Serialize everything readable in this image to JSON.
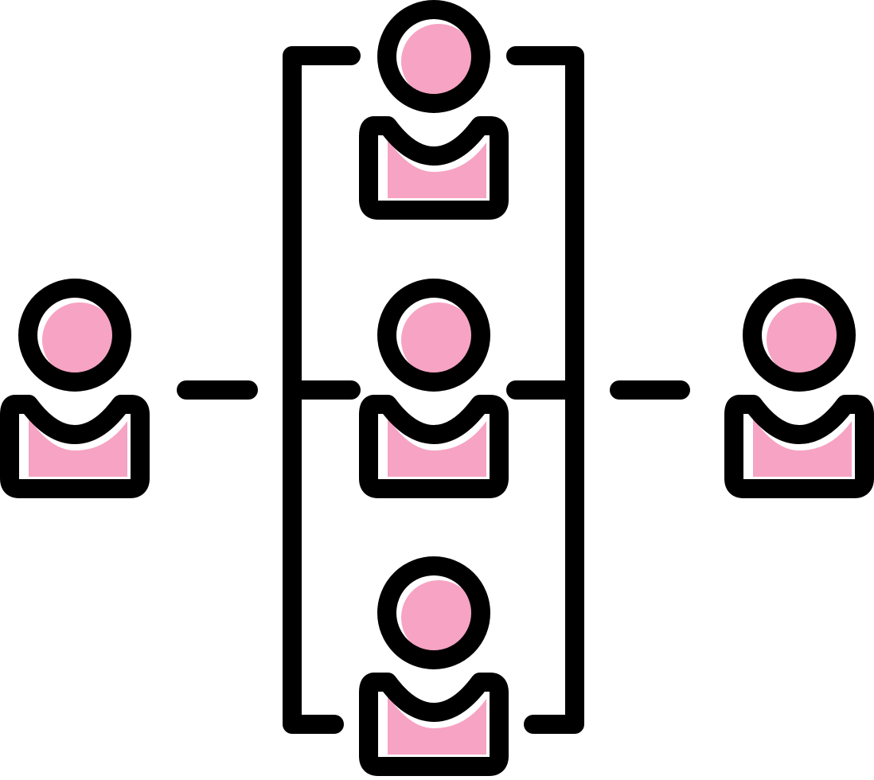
{
  "diagram": {
    "type": "team-structure-icon",
    "colors": {
      "stroke": "#000000",
      "fill": "#f7a3c3",
      "background": "#ffffff"
    },
    "nodes": [
      {
        "id": "left-person",
        "icon": "user-icon"
      },
      {
        "id": "center-top-person",
        "icon": "user-icon"
      },
      {
        "id": "center-middle-person",
        "icon": "user-icon"
      },
      {
        "id": "center-bottom-person",
        "icon": "user-icon"
      },
      {
        "id": "right-person",
        "icon": "user-icon"
      }
    ],
    "edges": [
      {
        "from": "left-person",
        "to": "center-middle-person"
      },
      {
        "from": "center-middle-person",
        "to": "right-person"
      }
    ]
  }
}
